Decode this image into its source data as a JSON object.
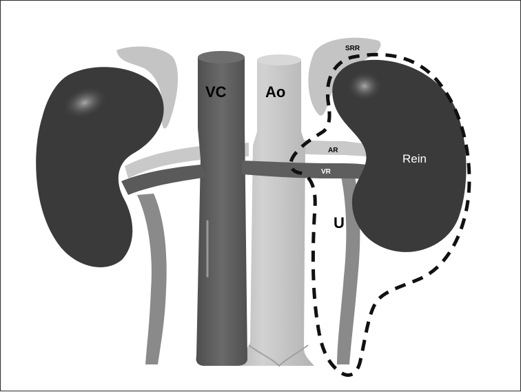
{
  "labels": {
    "vc": "VC",
    "ao": "Ao",
    "srr": "SRR",
    "ar": "AR",
    "vr": "VR",
    "u": "U",
    "rein": "Rein"
  },
  "colors": {
    "kidney": "#3a3a3a",
    "vena_cava": "#5c5c5c",
    "aorta": "#bdbdbd",
    "adrenal": "#c4c4c4",
    "ureter": "#8a8a8a",
    "outline": "#111111"
  }
}
